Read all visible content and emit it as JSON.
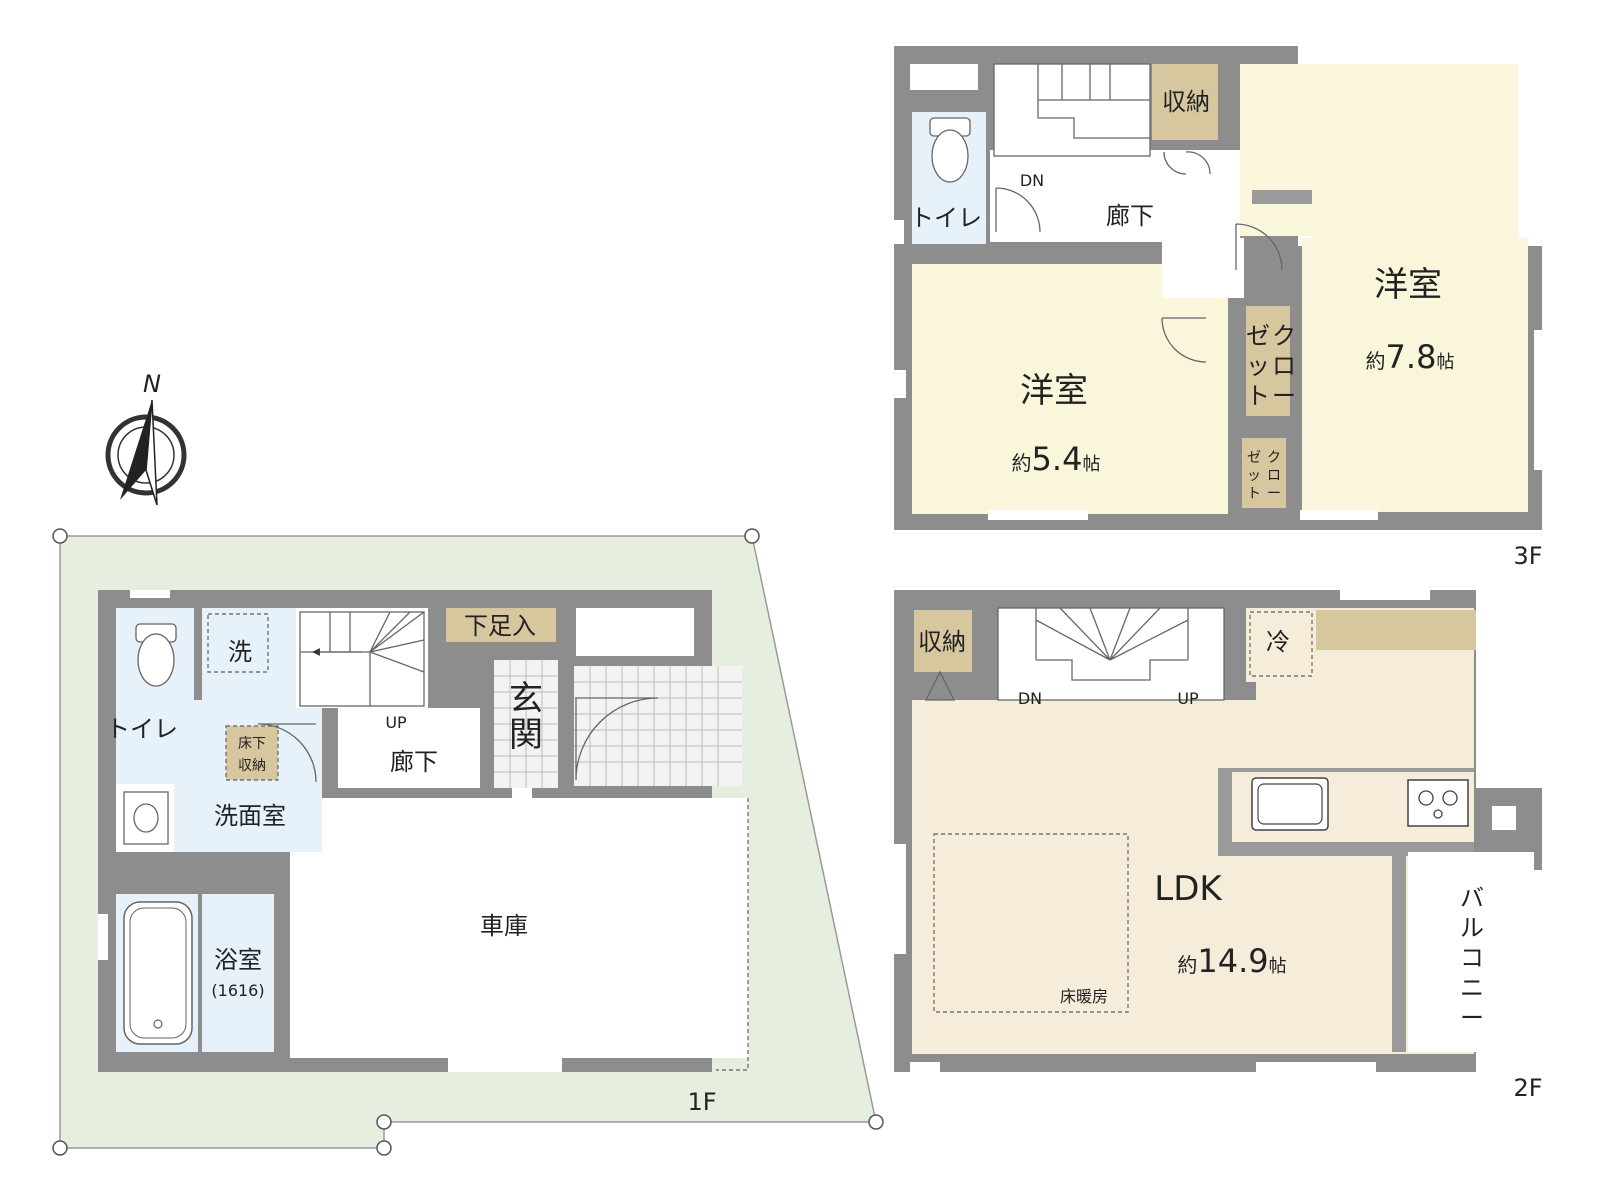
{
  "compass": {
    "letter": "N"
  },
  "floors": {
    "f1": {
      "label": "1F",
      "toilet": "トイレ",
      "washer": "洗",
      "underfloor_storage": [
        "床下",
        "収納"
      ],
      "washroom": "洗面室",
      "bathroom": "浴室",
      "bath_size": "(1616)",
      "stairs_up": "UP",
      "hallway": "廊下",
      "shoe_storage": "下足入",
      "entrance": [
        "玄",
        "関"
      ],
      "garage": "車庫"
    },
    "f2": {
      "label": "2F",
      "storage": "収納",
      "fridge": "冷",
      "stairs_dn": "DN",
      "stairs_up": "UP",
      "ldk": "LDK",
      "ldk_size_prefix": "約",
      "ldk_size_value": "14.9",
      "ldk_size_unit": "帖",
      "floor_heating": "床暖房",
      "balcony": [
        "バ",
        "ル",
        "コ",
        "ニ",
        "ー"
      ]
    },
    "f3": {
      "label": "3F",
      "storage": "収納",
      "toilet": "トイレ",
      "stairs_dn": "DN",
      "hallway": "廊下",
      "room_a": "洋室",
      "room_a_size_prefix": "約",
      "room_a_size_value": "7.8",
      "room_a_size_unit": "帖",
      "room_b": "洋室",
      "room_b_size_prefix": "約",
      "room_b_size_value": "5.4",
      "room_b_size_unit": "帖",
      "closet_col1": [
        "ゼ",
        "ッ",
        "ト"
      ],
      "closet_col2": [
        "ク",
        "ロ",
        "ー"
      ]
    }
  }
}
